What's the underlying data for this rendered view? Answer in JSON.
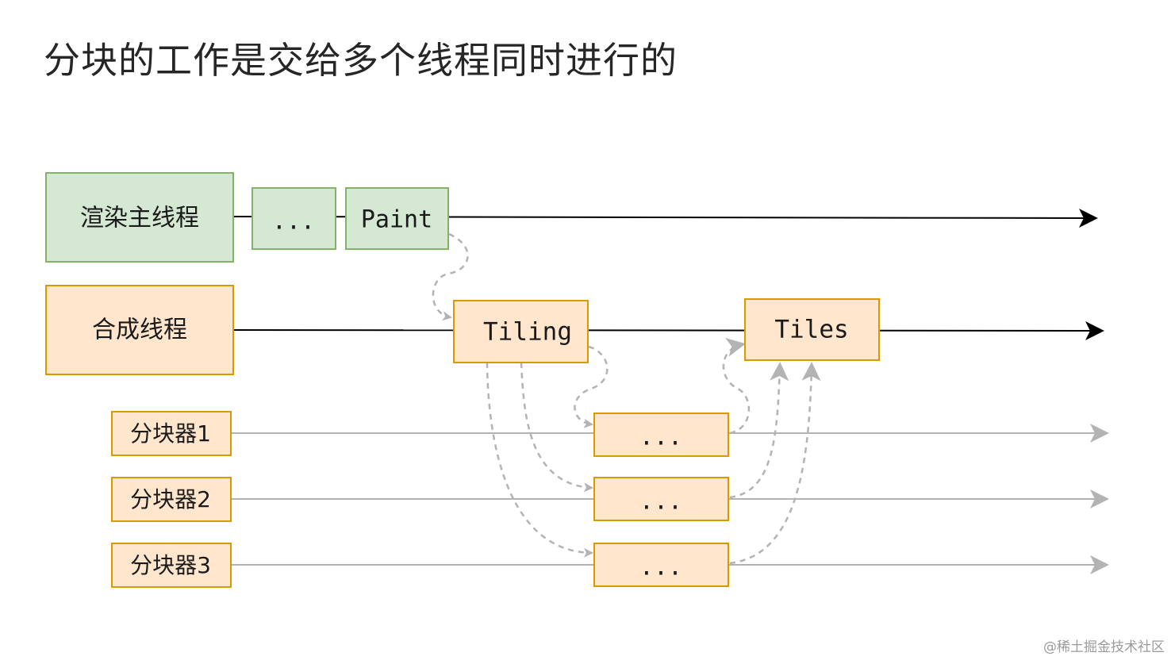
{
  "title": "分块的工作是交给多个线程同时进行的",
  "colors": {
    "main_fill": "#d5e8d4",
    "main_stroke": "#82b366",
    "comp_fill": "#ffe6cc",
    "comp_stroke": "#d79b00",
    "line_dark": "#000000",
    "line_light": "#b3b3b3",
    "dashed": "#b3b3b3"
  },
  "rows": {
    "main_thread": "渲染主线程",
    "compositor_thread": "合成线程",
    "tiler_1": "分块器1",
    "tiler_2": "分块器2",
    "tiler_3": "分块器3"
  },
  "tasks": {
    "main_ellipsis": "...",
    "paint": "Paint",
    "tiling": "Tiling",
    "tiles": "Tiles",
    "tiler_1_task": "...",
    "tiler_2_task": "...",
    "tiler_3_task": "..."
  },
  "watermark": "@稀土掘金技术社区"
}
